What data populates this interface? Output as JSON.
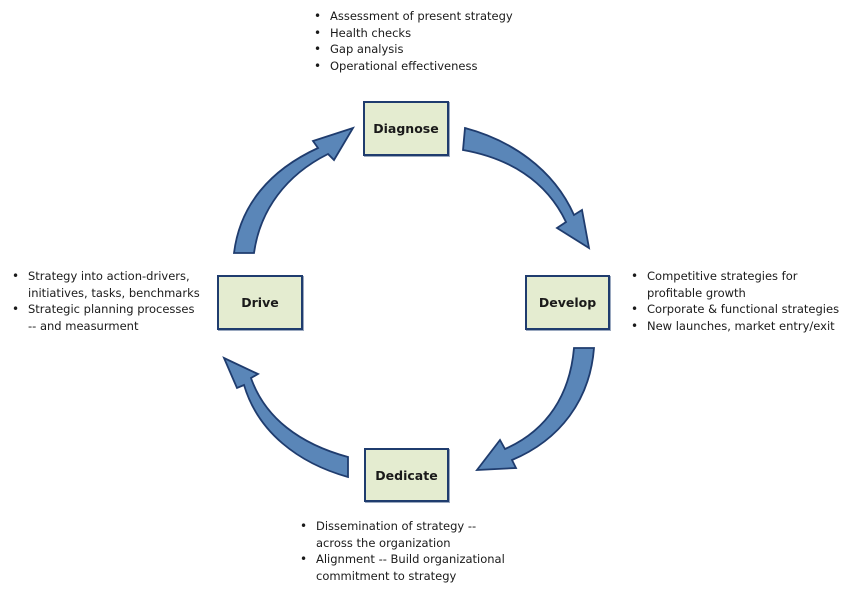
{
  "diagram": {
    "type": "cycle",
    "direction": "clockwise",
    "colors": {
      "box_fill": "#e4ecd0",
      "box_border": "#1f3c6e",
      "arrow_fill": "#5a86b8",
      "arrow_stroke": "#1f3c6e"
    },
    "stages": [
      {
        "id": "diagnose",
        "label": "Diagnose",
        "notes": [
          "Assessment of present strategy",
          "Health checks",
          "Gap analysis",
          "Operational effectiveness"
        ]
      },
      {
        "id": "develop",
        "label": "Develop",
        "notes": [
          "Competitive strategies for profitable growth",
          "Corporate & functional strategies",
          "New launches, market entry/exit"
        ]
      },
      {
        "id": "dedicate",
        "label": "Dedicate",
        "notes": [
          "Dissemination of strategy -- across the organization",
          "Alignment -- Build organizational commitment to strategy"
        ]
      },
      {
        "id": "drive",
        "label": "Drive",
        "notes": [
          "Strategy into action-drivers, initiatives, tasks, benchmarks",
          "Strategic planning processes -- and measurment"
        ]
      }
    ],
    "arrows": [
      {
        "from": "diagnose",
        "to": "develop",
        "icon": "curved-arrow-icon"
      },
      {
        "from": "develop",
        "to": "dedicate",
        "icon": "curved-arrow-icon"
      },
      {
        "from": "dedicate",
        "to": "drive",
        "icon": "curved-arrow-icon"
      },
      {
        "from": "drive",
        "to": "diagnose",
        "icon": "curved-arrow-icon"
      }
    ]
  }
}
